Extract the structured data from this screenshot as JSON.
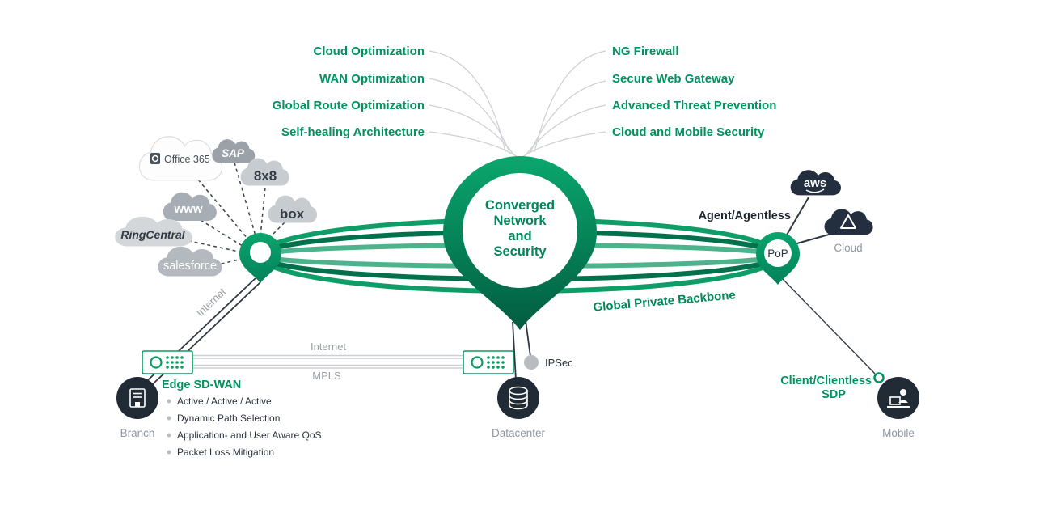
{
  "colors": {
    "brand_green": "#00935f",
    "green_dark": "#00714b",
    "green_light": "#4db38c",
    "node_dark": "#212b36",
    "gray_text": "#8f969d"
  },
  "capabilities_left": [
    "Cloud Optimization",
    "WAN Optimization",
    "Global Route Optimization",
    "Self-healing Architecture"
  ],
  "capabilities_right": [
    "NG Firewall",
    "Secure Web Gateway",
    "Advanced Threat Prevention",
    "Cloud and Mobile Security"
  ],
  "center_pin": {
    "lines": [
      "Converged",
      "Network",
      "and",
      "Security"
    ]
  },
  "saas_clouds": {
    "office365": "Office 365",
    "sap": "SAP",
    "x8": "8x8",
    "www": "www",
    "box": "box",
    "ringcentral": "RingCentral",
    "salesforce": "salesforce"
  },
  "backbone_label": "Global Private Backbone",
  "pop_label": "PoP",
  "right_side": {
    "agent": "Agent/Agentless",
    "aws": "aws",
    "cloud": "Cloud",
    "sdp_line1": "Client/Clientless",
    "sdp_line2": "SDP"
  },
  "links": {
    "internet_diagonal": "Internet",
    "internet": "Internet",
    "mpls": "MPLS",
    "ipsec": "IPSec"
  },
  "edge_sdwan": {
    "title": "Edge SD-WAN",
    "features": [
      "Active / Active / Active",
      "Dynamic Path Selection",
      "Application- and User Aware QoS",
      "Packet Loss Mitigation"
    ]
  },
  "endpoints": {
    "branch": "Branch",
    "datacenter": "Datacenter",
    "mobile": "Mobile"
  }
}
